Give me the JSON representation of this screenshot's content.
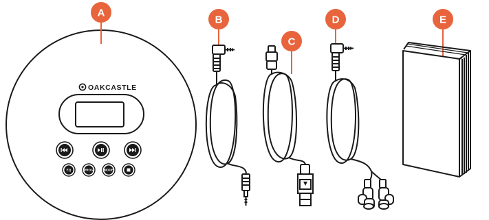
{
  "colors": {
    "badge": "#e8643c",
    "outline": "#1a1a1a",
    "background": "#ffffff"
  },
  "labels": {
    "a": "A",
    "b": "B",
    "c": "C",
    "d": "D",
    "e": "E"
  },
  "player": {
    "brand": "OAKCASTLE",
    "buttons": {
      "prev_icon": "skip-back-icon",
      "play_icon": "play-pause-icon",
      "next_icon": "skip-forward-icon",
      "eq": "EQ",
      "prog": "PROG",
      "mode": "MODE",
      "stop_icon": "stop-icon"
    }
  }
}
